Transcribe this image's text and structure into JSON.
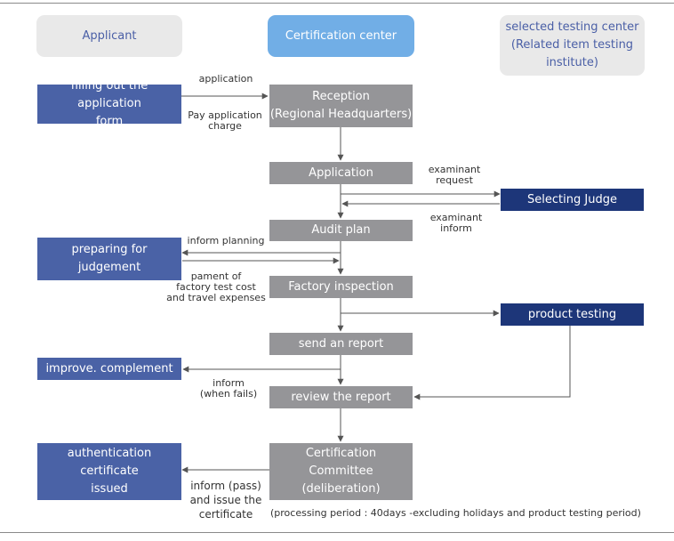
{
  "headers": {
    "applicant": "Applicant",
    "certification_center": "Certification center",
    "testing_center": "selected testing center\n(Related item testing\ninstitute)"
  },
  "applicant_boxes": {
    "fill_form": "filling out the application\nform",
    "preparing": "preparing for\njudgement",
    "improve": "improve. complement",
    "certificate": "authentication\ncertificate\nissued"
  },
  "center_boxes": {
    "reception": "Reception\n(Regional Headquarters)",
    "application": "Application",
    "audit_plan": "Audit plan",
    "factory_inspection": "Factory inspection",
    "send_report": "send an report",
    "review_report": "review the report",
    "committee": "Certification\nCommittee\n(deliberation)"
  },
  "testing_boxes": {
    "selecting_judge": "Selecting Judge",
    "product_testing": "product testing"
  },
  "labels": {
    "application": "application",
    "pay_charge": "Pay application\ncharge",
    "examinant_request": "examinant\nrequest",
    "examinant_inform": "examinant\ninform",
    "inform_planning": "inform planning",
    "payment_costs": "pament of\nfactory test cost\nand travel expenses",
    "inform_fails": "inform\n(when fails)",
    "inform_pass": "inform (pass)\nand issue the\ncertificate"
  },
  "footnote": "(processing period : 40days -excluding holidays and product testing period)",
  "colors": {
    "applicant_box": "#4a62a6",
    "center_box": "#959598",
    "testing_box": "#1d3679",
    "center_header": "#71aee6",
    "side_header": "#e9e9e9",
    "header_text": "#4a5fa6",
    "connector": "#555555"
  }
}
